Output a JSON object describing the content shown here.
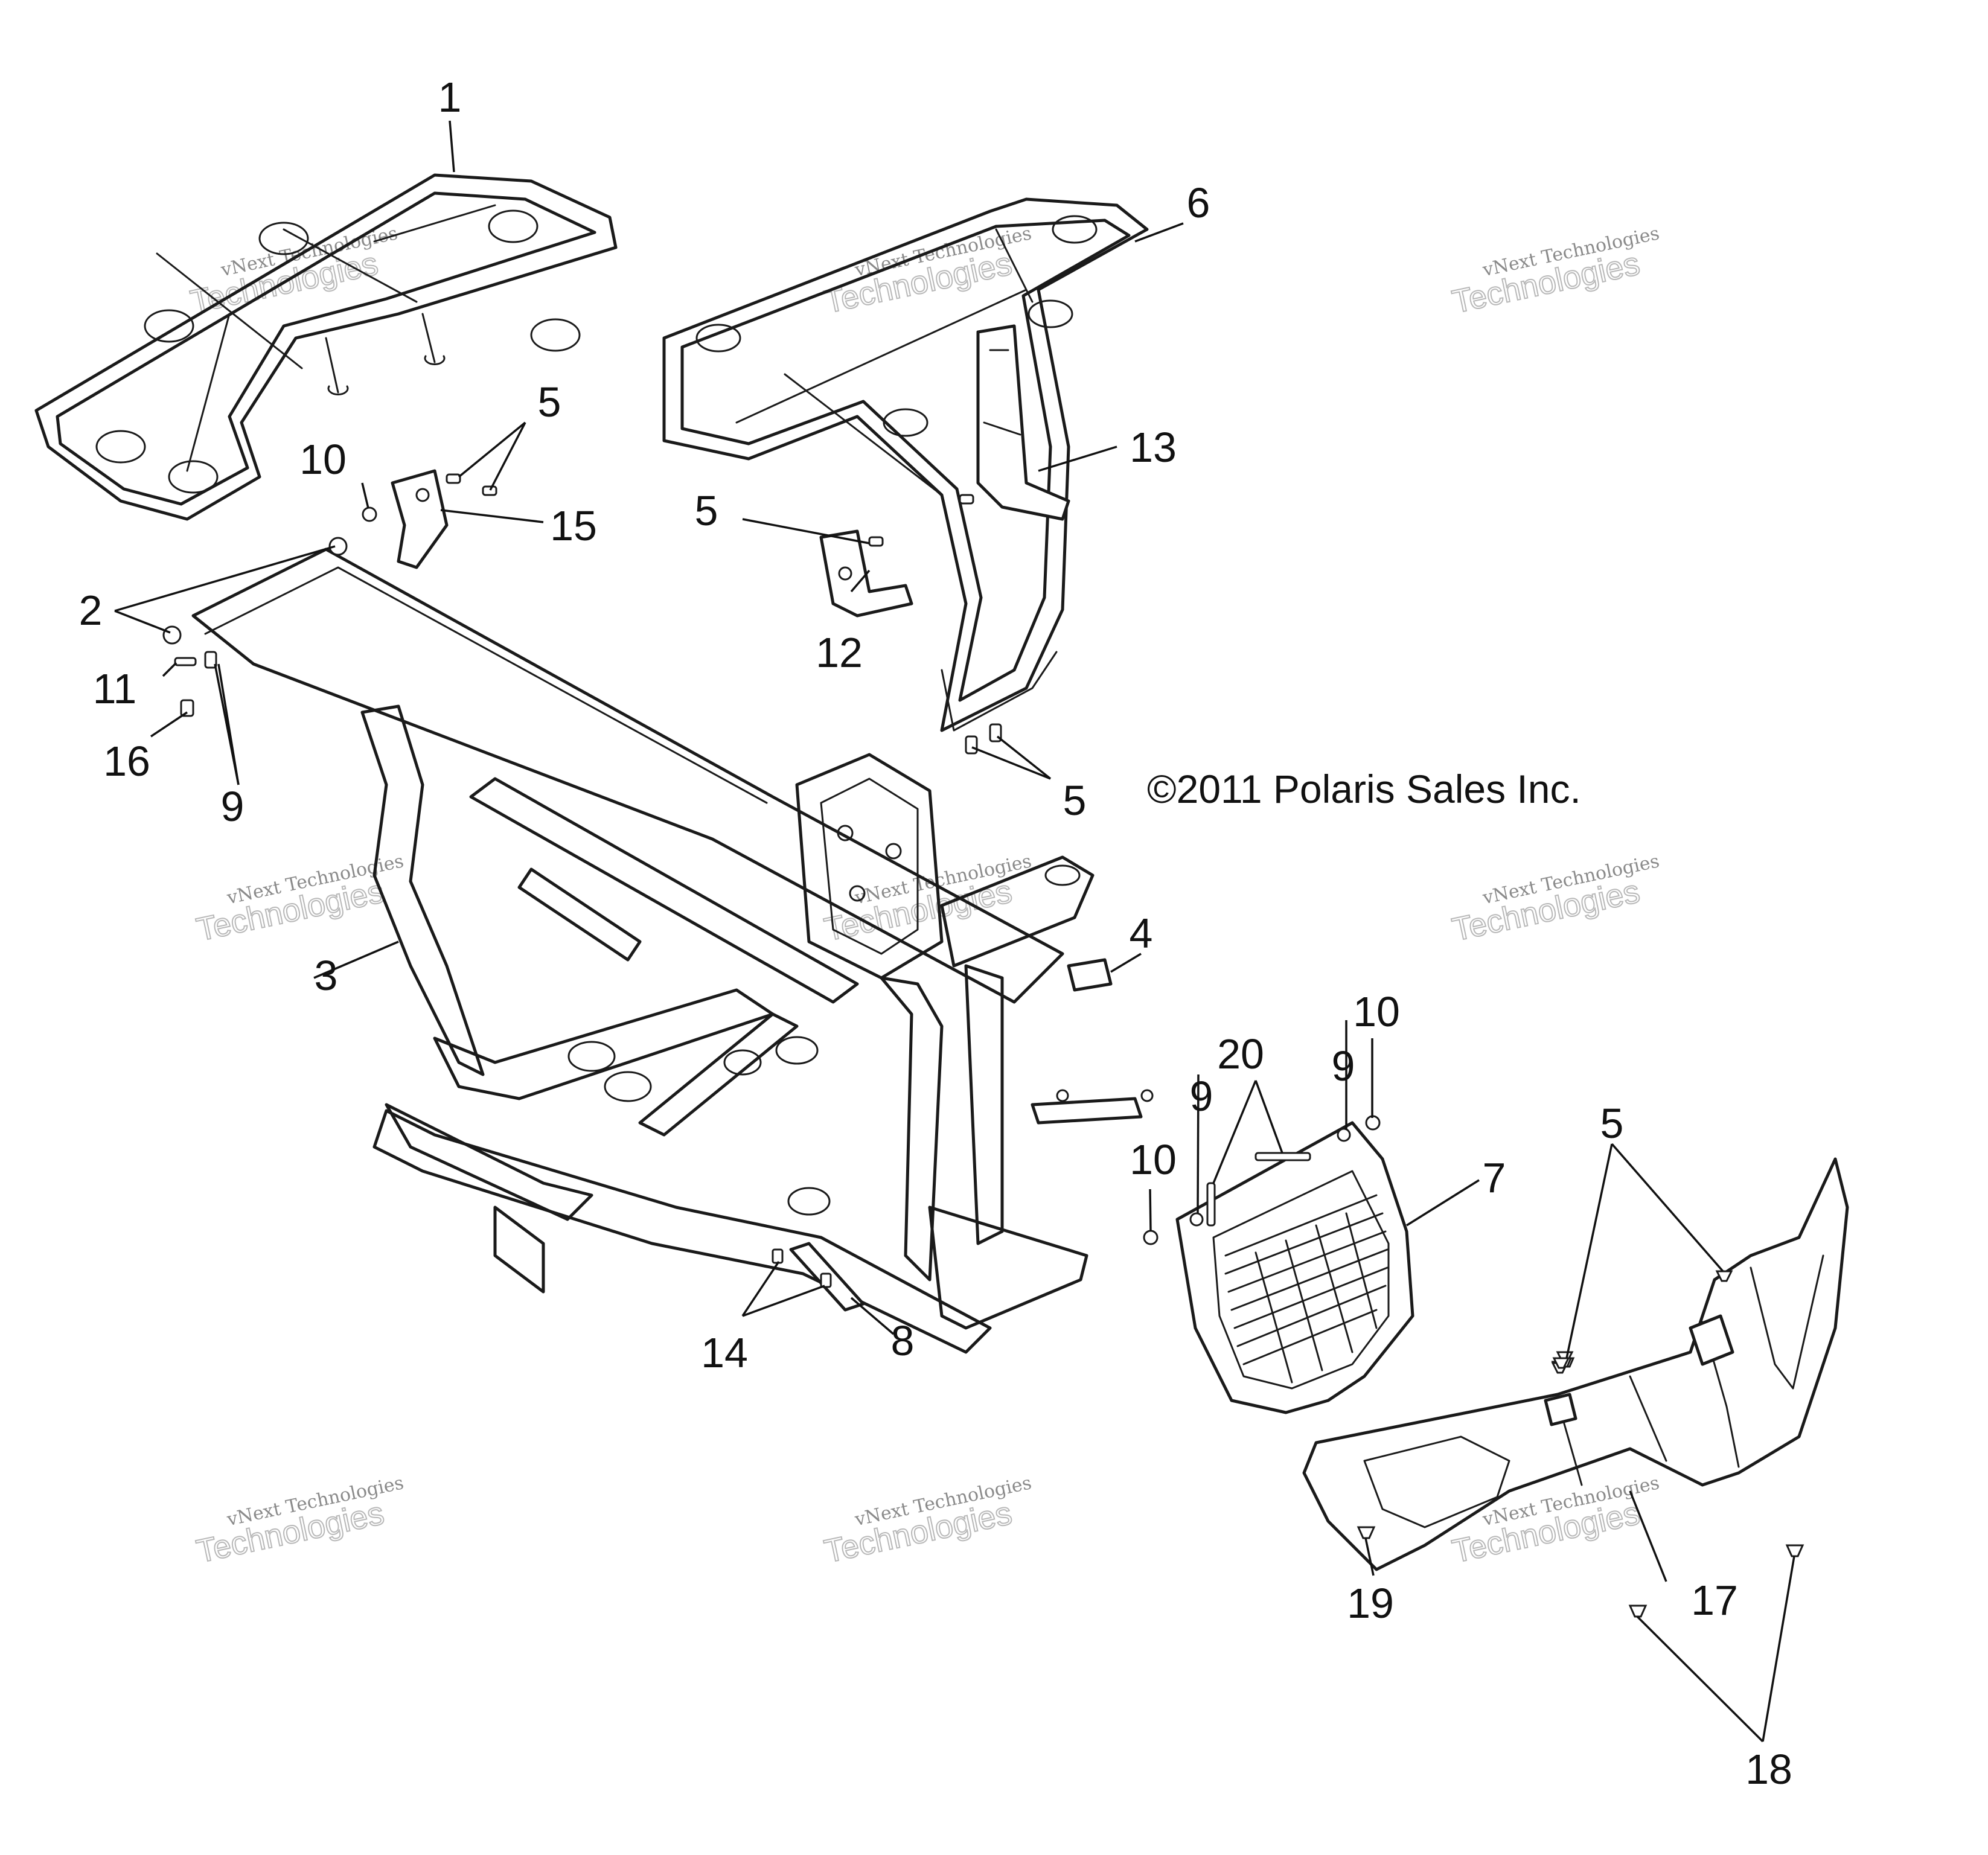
{
  "copyright": "©2011 Polaris Sales Inc.",
  "watermark": {
    "line1": "vNext Technologies",
    "line2": "vNext",
    "line3": "Technologies"
  },
  "callouts": {
    "c1": "1",
    "c2": "2",
    "c3": "3",
    "c4": "4",
    "c5a": "5",
    "c5b": "5",
    "c5c": "5",
    "c5d": "5",
    "c6": "6",
    "c7": "7",
    "c8": "8",
    "c9a": "9",
    "c9b": "9",
    "c9c": "9",
    "c10a": "10",
    "c10b": "10",
    "c10c": "10",
    "c11": "11",
    "c12": "12",
    "c13": "13",
    "c14": "14",
    "c15": "15",
    "c16": "16",
    "c17": "17",
    "c18": "18",
    "c19": "19",
    "c20": "20"
  }
}
